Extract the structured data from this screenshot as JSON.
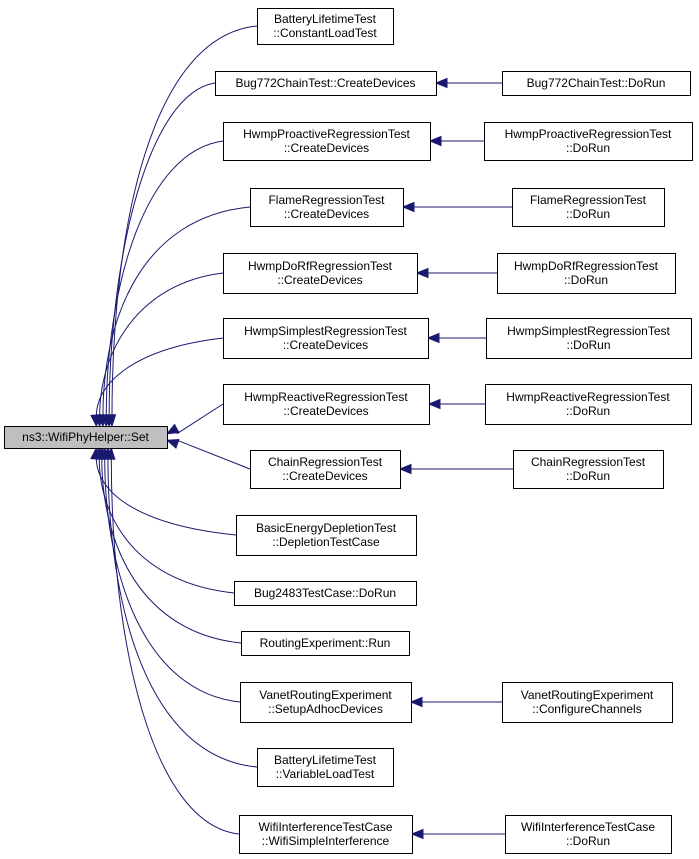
{
  "diagram": {
    "type": "call-graph",
    "edge_color": "#191970",
    "root_fill": "#bfbfbf",
    "nodes": [
      {
        "id": "root",
        "lines": [
          "ns3::WifiPhyHelper::Set"
        ],
        "root": true
      },
      {
        "id": "n1",
        "lines": [
          "BatteryLifetimeTest",
          "::ConstantLoadTest"
        ]
      },
      {
        "id": "n2",
        "lines": [
          "Bug772ChainTest::CreateDevices"
        ]
      },
      {
        "id": "n2r",
        "lines": [
          "Bug772ChainTest::DoRun"
        ]
      },
      {
        "id": "n3",
        "lines": [
          "HwmpProactiveRegressionTest",
          "::CreateDevices"
        ]
      },
      {
        "id": "n3r",
        "lines": [
          "HwmpProactiveRegressionTest",
          "::DoRun"
        ]
      },
      {
        "id": "n4",
        "lines": [
          "FlameRegressionTest",
          "::CreateDevices"
        ]
      },
      {
        "id": "n4r",
        "lines": [
          "FlameRegressionTest",
          "::DoRun"
        ]
      },
      {
        "id": "n5",
        "lines": [
          "HwmpDoRfRegressionTest",
          "::CreateDevices"
        ]
      },
      {
        "id": "n5r",
        "lines": [
          "HwmpDoRfRegressionTest",
          "::DoRun"
        ]
      },
      {
        "id": "n6",
        "lines": [
          "HwmpSimplestRegressionTest",
          "::CreateDevices"
        ]
      },
      {
        "id": "n6r",
        "lines": [
          "HwmpSimplestRegressionTest",
          "::DoRun"
        ]
      },
      {
        "id": "n7",
        "lines": [
          "HwmpReactiveRegressionTest",
          "::CreateDevices"
        ]
      },
      {
        "id": "n7r",
        "lines": [
          "HwmpReactiveRegressionTest",
          "::DoRun"
        ]
      },
      {
        "id": "n8",
        "lines": [
          "ChainRegressionTest",
          "::CreateDevices"
        ]
      },
      {
        "id": "n8r",
        "lines": [
          "ChainRegressionTest",
          "::DoRun"
        ]
      },
      {
        "id": "n9",
        "lines": [
          "BasicEnergyDepletionTest",
          "::DepletionTestCase"
        ]
      },
      {
        "id": "n10",
        "lines": [
          "Bug2483TestCase::DoRun"
        ]
      },
      {
        "id": "n11",
        "lines": [
          "RoutingExperiment::Run"
        ]
      },
      {
        "id": "n12",
        "lines": [
          "VanetRoutingExperiment",
          "::SetupAdhocDevices"
        ]
      },
      {
        "id": "n12r",
        "lines": [
          "VanetRoutingExperiment",
          "::ConfigureChannels"
        ]
      },
      {
        "id": "n13",
        "lines": [
          "BatteryLifetimeTest",
          "::VariableLoadTest"
        ]
      },
      {
        "id": "n14",
        "lines": [
          "WifiInterferenceTestCase",
          "::WifiSimpleInterference"
        ]
      },
      {
        "id": "n14r",
        "lines": [
          "WifiInterferenceTestCase",
          "::DoRun"
        ]
      }
    ],
    "edges": [
      {
        "from": "n1",
        "to": "root"
      },
      {
        "from": "n2",
        "to": "root"
      },
      {
        "from": "n3",
        "to": "root"
      },
      {
        "from": "n4",
        "to": "root"
      },
      {
        "from": "n5",
        "to": "root"
      },
      {
        "from": "n6",
        "to": "root"
      },
      {
        "from": "n7",
        "to": "root"
      },
      {
        "from": "n8",
        "to": "root"
      },
      {
        "from": "n9",
        "to": "root"
      },
      {
        "from": "n10",
        "to": "root"
      },
      {
        "from": "n11",
        "to": "root"
      },
      {
        "from": "n12",
        "to": "root"
      },
      {
        "from": "n13",
        "to": "root"
      },
      {
        "from": "n14",
        "to": "root"
      },
      {
        "from": "n2r",
        "to": "n2"
      },
      {
        "from": "n3r",
        "to": "n3"
      },
      {
        "from": "n4r",
        "to": "n4"
      },
      {
        "from": "n5r",
        "to": "n5"
      },
      {
        "from": "n6r",
        "to": "n6"
      },
      {
        "from": "n7r",
        "to": "n7"
      },
      {
        "from": "n8r",
        "to": "n8"
      },
      {
        "from": "n12r",
        "to": "n12"
      },
      {
        "from": "n14r",
        "to": "n14"
      }
    ]
  }
}
